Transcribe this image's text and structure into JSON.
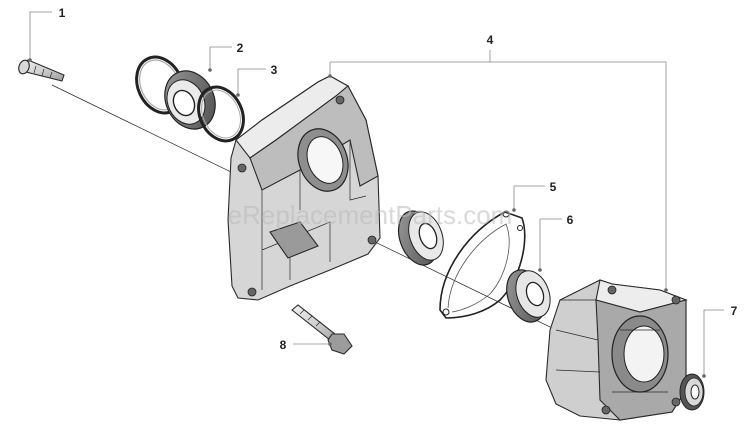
{
  "watermark": "eReplacementParts.com",
  "callouts": [
    {
      "number": "1",
      "part": "bolt"
    },
    {
      "number": "2",
      "part": "bearing"
    },
    {
      "number": "3",
      "part": "retaining-ring"
    },
    {
      "number": "4",
      "part": "crankcase"
    },
    {
      "number": "5",
      "part": "gasket"
    },
    {
      "number": "6",
      "part": "bearing"
    },
    {
      "number": "7",
      "part": "seal"
    },
    {
      "number": "8",
      "part": "bolt"
    }
  ]
}
